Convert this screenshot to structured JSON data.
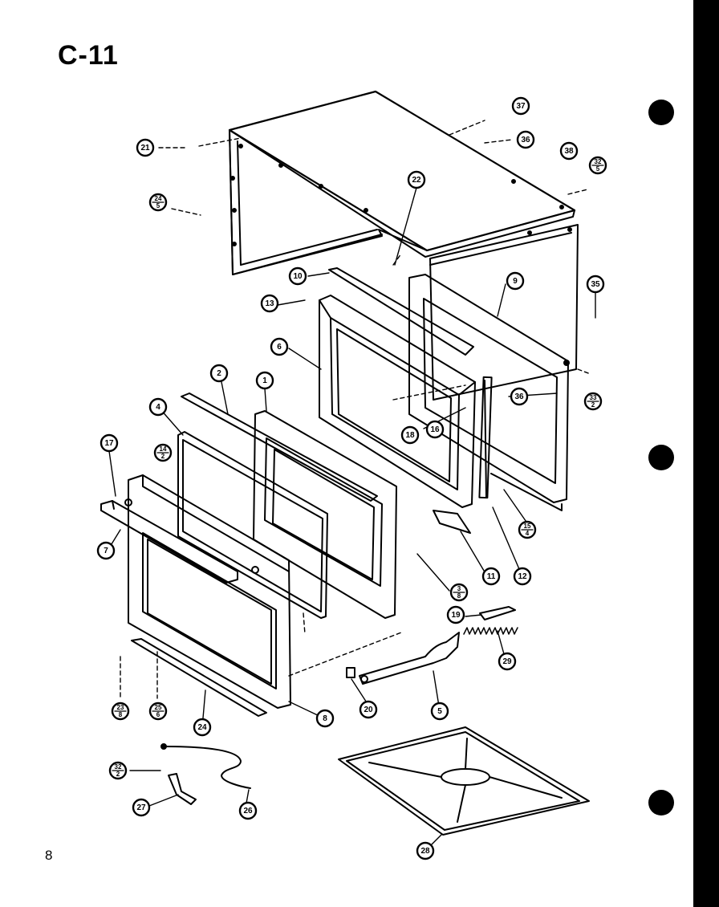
{
  "page": {
    "title": "C-11",
    "page_number": "8"
  },
  "callouts": [
    {
      "id": "c21",
      "text": "21"
    },
    {
      "id": "c24a",
      "num": "24",
      "den": "5"
    },
    {
      "id": "c22",
      "text": "22"
    },
    {
      "id": "c37",
      "text": "37"
    },
    {
      "id": "c36",
      "text": "36"
    },
    {
      "id": "c38",
      "text": "38"
    },
    {
      "id": "c32a",
      "num": "32",
      "den": "5"
    },
    {
      "id": "c10",
      "text": "10"
    },
    {
      "id": "c9",
      "text": "9"
    },
    {
      "id": "c35",
      "text": "35"
    },
    {
      "id": "c13",
      "text": "13"
    },
    {
      "id": "c6",
      "text": "6"
    },
    {
      "id": "c36b",
      "text": "36"
    },
    {
      "id": "c33a",
      "num": "33",
      "den": "2"
    },
    {
      "id": "c2",
      "text": "2"
    },
    {
      "id": "c1",
      "text": "1"
    },
    {
      "id": "c4",
      "text": "4"
    },
    {
      "id": "c18",
      "text": "18"
    },
    {
      "id": "c16",
      "text": "16"
    },
    {
      "id": "c17",
      "text": "17"
    },
    {
      "id": "c14",
      "num": "14",
      "den": "2"
    },
    {
      "id": "c15",
      "num": "15",
      "den": "4"
    },
    {
      "id": "c7",
      "text": "7"
    },
    {
      "id": "c11",
      "text": "11"
    },
    {
      "id": "c12",
      "text": "12"
    },
    {
      "id": "c3",
      "num": "3",
      "den": "8"
    },
    {
      "id": "c19",
      "text": "19"
    },
    {
      "id": "c29",
      "text": "29"
    },
    {
      "id": "c23",
      "num": "23",
      "den": "8"
    },
    {
      "id": "c25",
      "num": "25",
      "den": "6"
    },
    {
      "id": "c24b",
      "text": "24"
    },
    {
      "id": "c8",
      "text": "8"
    },
    {
      "id": "c20",
      "text": "20"
    },
    {
      "id": "c5",
      "text": "5"
    },
    {
      "id": "c32b",
      "num": "32",
      "den": "2"
    },
    {
      "id": "c27",
      "text": "27"
    },
    {
      "id": "c26",
      "text": "26"
    },
    {
      "id": "c28",
      "text": "28"
    }
  ]
}
